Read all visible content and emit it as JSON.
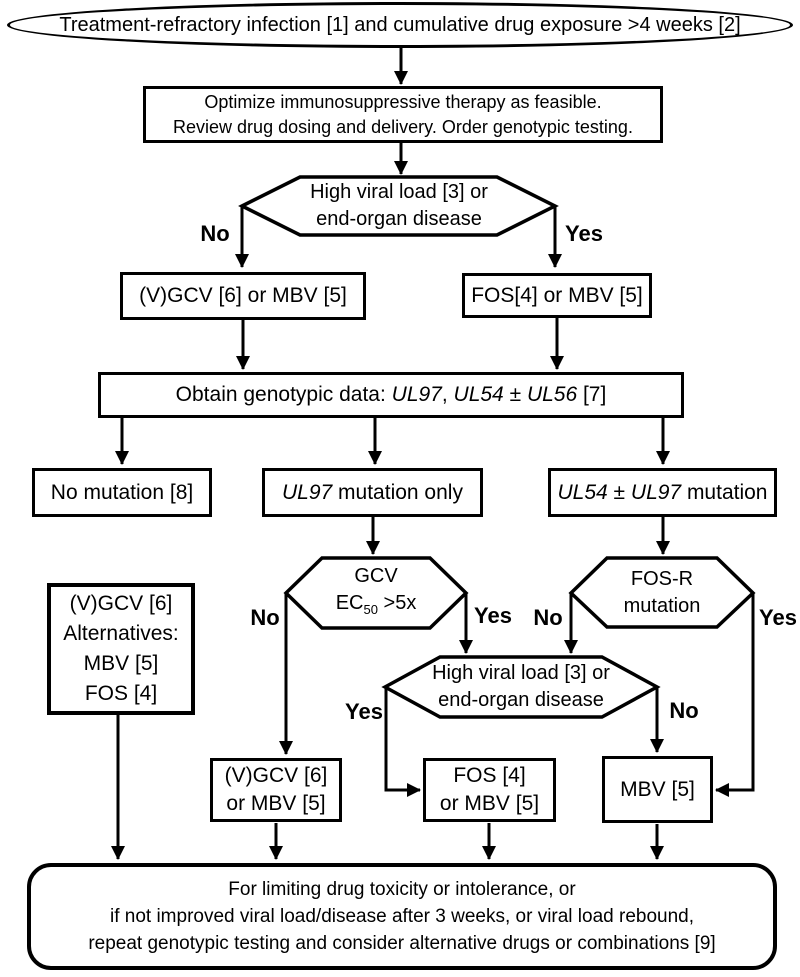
{
  "palette": {
    "ink": "#000000",
    "bg": "#ffffff"
  },
  "labels": {
    "no": "No",
    "yes": "Yes"
  },
  "nodes": {
    "start": "Treatment-refractory infection [1] and cumulative drug exposure >4 weeks [2]",
    "optimize": {
      "line1": "Optimize immunosuppressive therapy as feasible.",
      "line2": "Review drug dosing and delivery. Order genotypic testing."
    },
    "hex_viral_1": {
      "line1": "High viral load [3] or",
      "line2": "end-organ disease"
    },
    "vgcv_or_mbv": "(V)GCV [6] or MBV [5]",
    "fos_or_mbv": "FOS[4] or MBV [5]",
    "obtain": {
      "prefix": "Obtain genotypic data: ",
      "gene1": "UL97",
      "sep1": ", ",
      "gene2": "UL54",
      "sep2": " ± ",
      "gene3": "UL56",
      "suffix": " [7]"
    },
    "no_mutation": "No mutation [8]",
    "ul97_only": {
      "gene": "UL97",
      "rest": " mutation only"
    },
    "ul54_ul97": {
      "gene1": "UL54",
      "sep": " ± ",
      "gene2": "UL97",
      "rest": " mutation"
    },
    "alternatives": {
      "line1": "(V)GCV [6]",
      "line2": "Alternatives:",
      "line3": "MBV [5]",
      "line4": "FOS [4]"
    },
    "hex_gcv": {
      "line1": "GCV",
      "ec_prefix": "EC",
      "ec_sub": "50",
      "ec_suffix": " >5x"
    },
    "hex_fosr": {
      "line1": "FOS-R",
      "line2": "mutation"
    },
    "hex_viral_2": {
      "line1": "High viral load [3] or",
      "line2": "end-organ disease"
    },
    "vgcv_mbv_2": {
      "line1": "(V)GCV [6]",
      "line2": "or MBV [5]"
    },
    "fos_mbv_2": {
      "line1": "FOS [4]",
      "line2": "or MBV [5]"
    },
    "mbv": "MBV [5]",
    "footer": {
      "line1": "For limiting drug toxicity or intolerance, or",
      "line2": "if not improved viral load/disease after 3 weeks, or viral load rebound,",
      "line3": "repeat genotypic testing and consider alternative drugs or combinations [9]"
    }
  }
}
